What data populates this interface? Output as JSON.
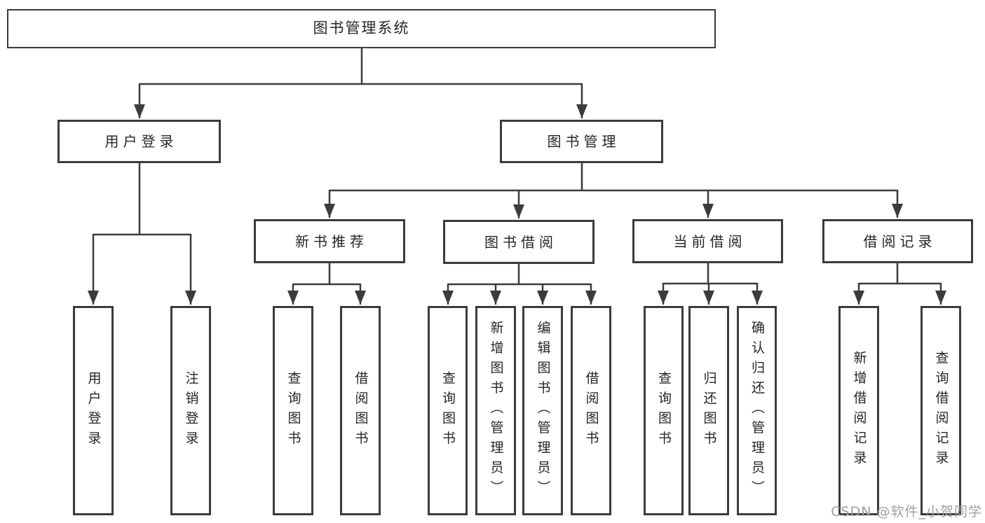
{
  "diagram": {
    "root": {
      "label": "图书管理系统"
    },
    "level2": [
      {
        "label": "用户登录"
      },
      {
        "label": "图书管理"
      }
    ],
    "level3": [
      {
        "label": "新书推荐",
        "parent": "图书管理"
      },
      {
        "label": "图书借阅",
        "parent": "图书管理"
      },
      {
        "label": "当前借阅",
        "parent": "图书管理"
      },
      {
        "label": "借阅记录",
        "parent": "图书管理"
      }
    ],
    "leaves": [
      {
        "label": "用户登录",
        "parent": "用户登录"
      },
      {
        "label": "注销登录",
        "parent": "用户登录"
      },
      {
        "label": "查询图书",
        "parent": "新书推荐"
      },
      {
        "label": "借阅图书",
        "parent": "新书推荐"
      },
      {
        "label": "查询图书",
        "parent": "图书借阅"
      },
      {
        "label": "新增图书（管理员）",
        "parent": "图书借阅"
      },
      {
        "label": "编辑图书（管理员）",
        "parent": "图书借阅"
      },
      {
        "label": "借阅图书",
        "parent": "图书借阅"
      },
      {
        "label": "查询图书",
        "parent": "当前借阅"
      },
      {
        "label": "归还图书",
        "parent": "当前借阅"
      },
      {
        "label": "确认归还（管理员）",
        "parent": "当前借阅"
      },
      {
        "label": "新增借阅记录",
        "parent": "借阅记录"
      },
      {
        "label": "查询借阅记录",
        "parent": "借阅记录"
      }
    ],
    "watermark": "CSDN @软件_小贺同学",
    "colors": {
      "line": "#3b3b3b",
      "text": "#262626",
      "watermark": "#9aa0aa",
      "background": "#ffffff"
    }
  }
}
